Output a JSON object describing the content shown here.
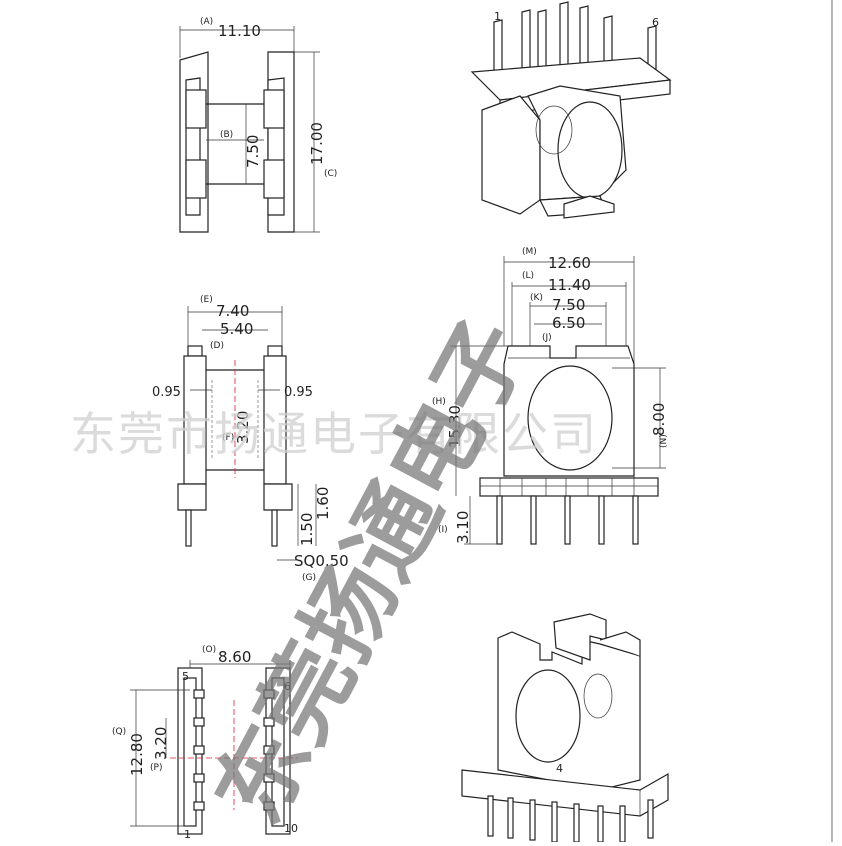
{
  "top_view": {
    "dim_a": {
      "tag": "(A)",
      "value": "11.10"
    },
    "dim_b": {
      "tag": "(B)",
      "value": "7.50"
    },
    "dim_c": {
      "tag": "(C)",
      "value": "17.00"
    }
  },
  "iso_top": {
    "pin_first": "1",
    "pin_last": "6"
  },
  "side_view": {
    "dim_e": {
      "tag": "(E)",
      "value": "7.40"
    },
    "dim_d": {
      "tag": "(D)",
      "value": "5.40"
    },
    "dim_left_wall": "0.95",
    "dim_right_wall": "0.95",
    "dim_f": {
      "tag": "(F)",
      "value": "3.20"
    },
    "dim_pin_a": "1.50",
    "dim_pin_b": "1.60",
    "dim_g": {
      "tag": "(G)",
      "value": "SQ0.50"
    }
  },
  "front_view": {
    "dim_m": {
      "tag": "(M)",
      "value": "12.60"
    },
    "dim_l": {
      "tag": "(L)",
      "value": "11.40"
    },
    "dim_k": {
      "tag": "(K)",
      "value": "7.50"
    },
    "dim_j_val": "6.50",
    "dim_j_tag": "(J)",
    "dim_h": {
      "tag": "(H)",
      "value": "15.30"
    },
    "dim_n": {
      "tag": "(N)",
      "value": "8.00"
    },
    "dim_i": {
      "tag": "(I)",
      "value": "3.10"
    }
  },
  "bottom_view": {
    "dim_o": {
      "tag": "(O)",
      "value": "8.60"
    },
    "dim_q": {
      "tag": "(Q)",
      "value": "12.80"
    },
    "dim_p": {
      "tag": "(P)",
      "value": "3.20"
    },
    "pin_5": "5",
    "pin_6": "6",
    "pin_1": "1",
    "pin_10": "10"
  },
  "iso_bottom": {
    "pin_label": "4"
  },
  "watermark": {
    "company": "东莞市扬通电子有限公司",
    "big": "东莞扬通电子"
  }
}
